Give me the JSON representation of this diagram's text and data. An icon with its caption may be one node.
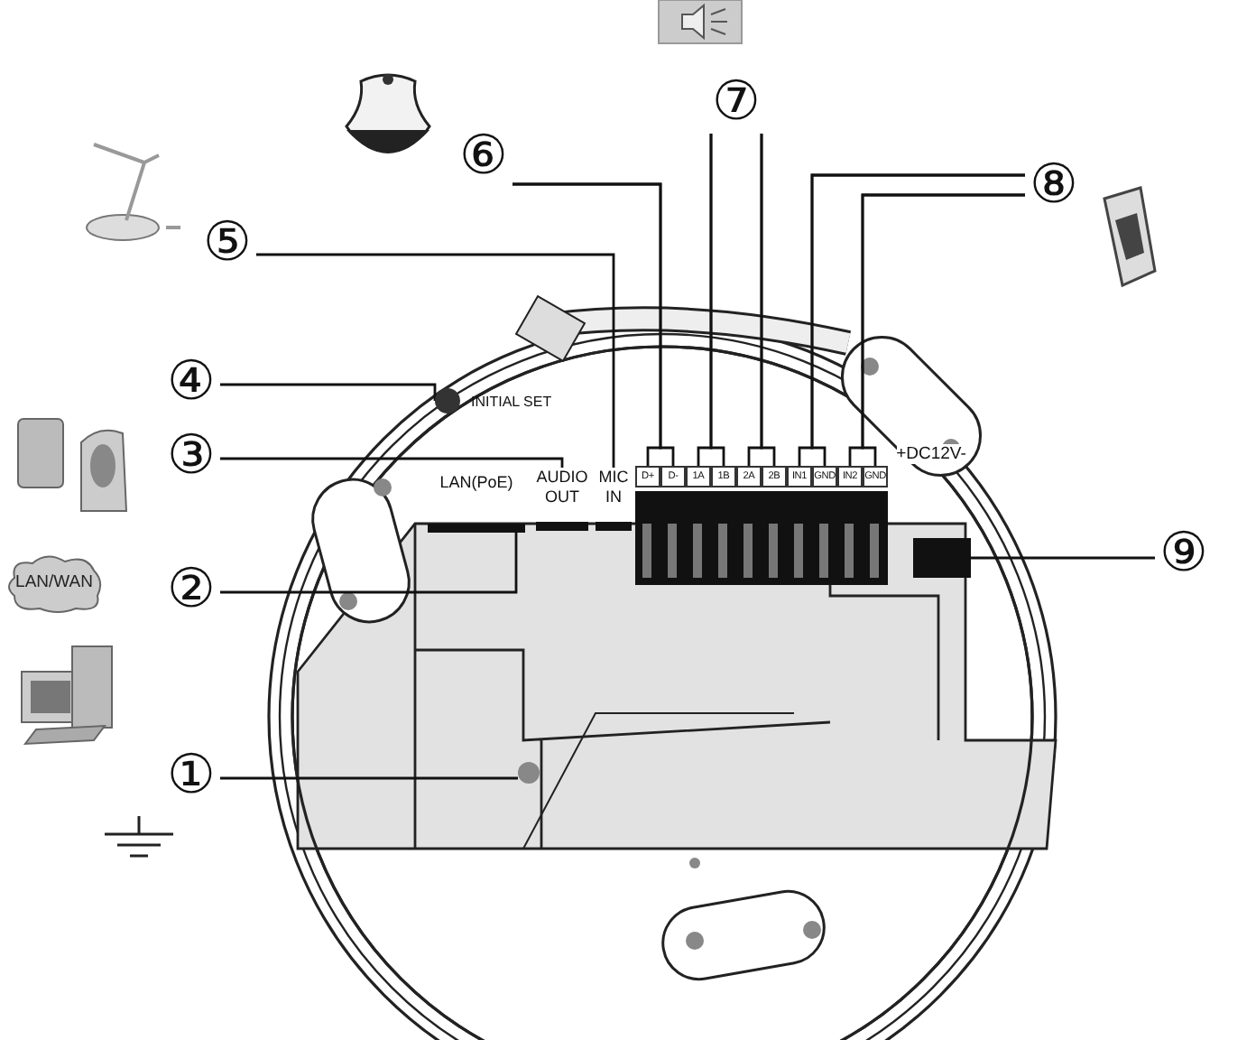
{
  "diagram": {
    "nodes": [
      {
        "text": [
          "①"
        ]
      },
      {
        "text": [
          "②"
        ]
      },
      {
        "text": [
          "③"
        ]
      },
      {
        "text": [
          "④"
        ]
      },
      {
        "text": [
          "⑤"
        ]
      },
      {
        "text": [
          "⑥"
        ]
      },
      {
        "text": [
          "⑦"
        ]
      },
      {
        "text": [
          "⑧"
        ]
      },
      {
        "text": [
          "⑨"
        ]
      },
      {
        "text": [],
        "shape": "circle"
      },
      {
        "text": [
          "LAN(PoE)"
        ]
      },
      {
        "text": [
          "AUDIO OUT"
        ]
      },
      {
        "text": [
          "MIC IN"
        ]
      },
      {
        "text": [],
        "shape": "circle",
        "beside": [
          "INITIAL SET"
        ]
      },
      {
        "text": [
          "D+"
        ]
      },
      {
        "text": [
          "D-"
        ]
      },
      {
        "text": [
          "1A"
        ]
      },
      {
        "text": [
          "1B"
        ]
      },
      {
        "text": [
          "2A"
        ]
      },
      {
        "text": [
          "2B"
        ]
      },
      {
        "text": [
          "IN1"
        ]
      },
      {
        "text": [
          "GND"
        ]
      },
      {
        "text": [
          "IN2"
        ]
      },
      {
        "text": [
          "GND"
        ]
      },
      {
        "text": [
          "+DC12V-"
        ]
      },
      {
        "text": [
          "LAN/WAN"
        ]
      }
    ],
    "edges": [
      {
        "from": 0,
        "to": 9,
        "arrow": "none"
      },
      {
        "from": 1,
        "to": 10,
        "arrow": "none"
      },
      {
        "from": 2,
        "to": 11,
        "arrow": "none"
      },
      {
        "from": 3,
        "to": 13,
        "arrow": "none"
      },
      {
        "from": 4,
        "to": 12,
        "arrow": "none"
      },
      {
        "from": 5,
        "to": 14,
        "arrow": "none"
      },
      {
        "from": 5,
        "to": 15,
        "arrow": "none"
      },
      {
        "from": 6,
        "to": 16,
        "arrow": "none"
      },
      {
        "from": 6,
        "to": 17,
        "arrow": "none"
      },
      {
        "from": 6,
        "to": 18,
        "arrow": "none"
      },
      {
        "from": 6,
        "to": 19,
        "arrow": "none"
      },
      {
        "from": 7,
        "to": 20,
        "arrow": "none"
      },
      {
        "from": 7,
        "to": 21,
        "arrow": "none"
      },
      {
        "from": 7,
        "to": 22,
        "arrow": "none"
      },
      {
        "from": 7,
        "to": 23,
        "arrow": "none"
      },
      {
        "from": 8,
        "to": 24,
        "arrow": "none"
      }
    ]
  }
}
